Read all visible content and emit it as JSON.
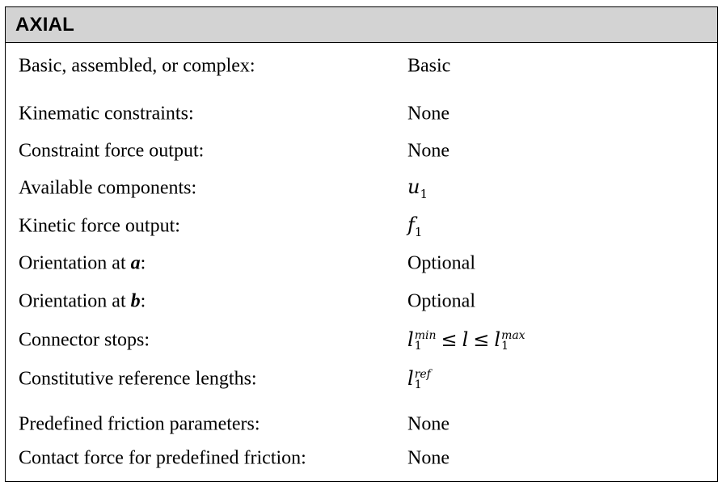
{
  "table": {
    "title": "AXIAL",
    "rows": [
      {
        "label": "Basic, assembled, or complex:",
        "value": "Basic"
      },
      {
        "label": "Kinematic constraints:",
        "value": "None"
      },
      {
        "label": "Constraint force output:",
        "value": "None"
      },
      {
        "label": "Available components:",
        "value_math": {
          "base": "u",
          "sub": "1"
        }
      },
      {
        "label": "Kinetic force output:",
        "value_math": {
          "base": "f",
          "sub": "1"
        }
      },
      {
        "label": "Orientation at ",
        "label_var": "a",
        "label_suffix": ":",
        "value": "Optional"
      },
      {
        "label": "Orientation at ",
        "label_var": "b",
        "label_suffix": ":",
        "value": "Optional"
      },
      {
        "label": "Connector stops:",
        "value_math": {
          "lhs_sup": "min",
          "lhs_sub": "1",
          "mid": "l",
          "rhs_sup": "max",
          "rhs_sub": "1",
          "base": "l",
          "op": "≤"
        }
      },
      {
        "label": "Constitutive reference lengths:",
        "value_math": {
          "base": "l",
          "sup": "ref",
          "sub": "1"
        }
      },
      {
        "label": "Predefined friction parameters:",
        "value": "None"
      },
      {
        "label": "Contact force for predefined friction:",
        "value": "None"
      }
    ]
  }
}
